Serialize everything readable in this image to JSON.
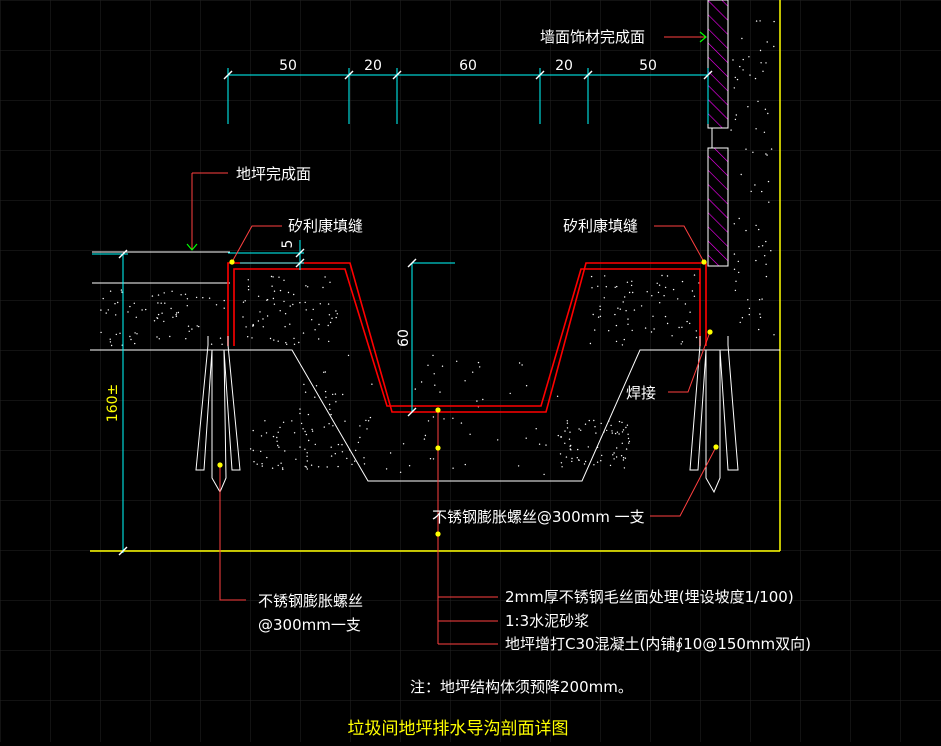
{
  "labels": {
    "wall_finish": "墙面饰材完成面",
    "floor_finish": "地坪完成面",
    "sealant_left": "矽利康填缝",
    "sealant_right": "矽利康填缝",
    "weld": "焊接",
    "bolt_right": "不锈钢膨胀螺丝@300mm 一支",
    "bolt_left_line1": "不锈钢膨胀螺丝",
    "bolt_left_line2": "@300mm一支",
    "layer1": "2mm厚不锈钢毛丝面处理(埋设坡度1/100)",
    "layer2": "1:3水泥砂浆",
    "layer3": "地坪增打C30混凝土(内铺∮10@150mm双向)",
    "note": "注：地坪结构体须预降200mm。",
    "title": "垃圾间地坪排水导沟剖面详图"
  },
  "dimensions": {
    "top": [
      "50",
      "20",
      "60",
      "20",
      "50"
    ],
    "lip": "5",
    "depth": "60",
    "height": "160±"
  },
  "colors": {
    "background": "#000000",
    "dimension": "#00ffff",
    "steel": "#ff0000",
    "leader": "#ff4040",
    "hatch": "#ff00ff",
    "boundary": "#ffff00",
    "point": "#ffff00"
  }
}
